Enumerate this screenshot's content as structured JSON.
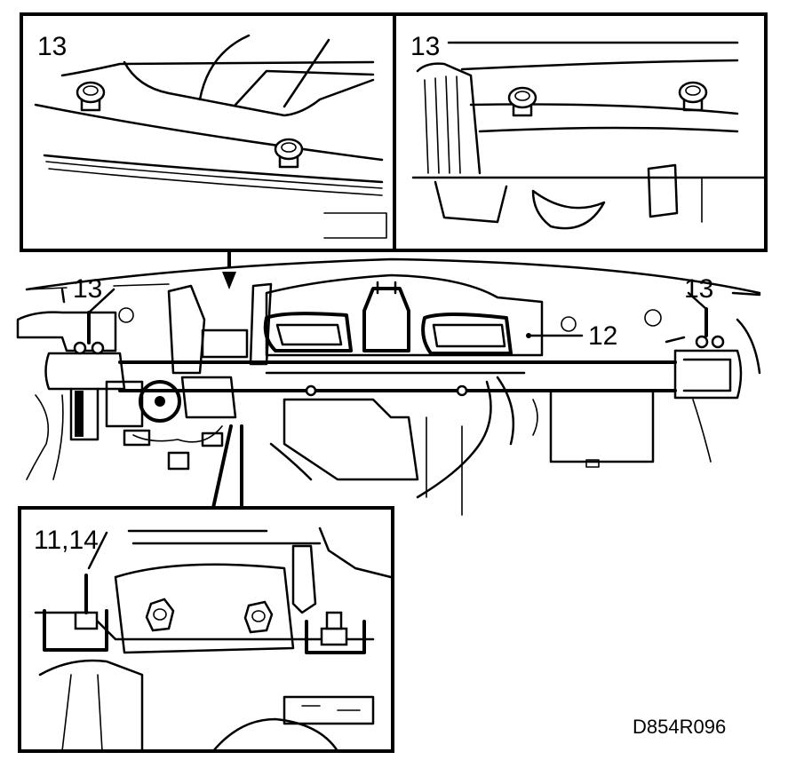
{
  "figure": {
    "id_label": "D854R096"
  },
  "callouts": {
    "detail_top_left": "13",
    "detail_top_right": "13",
    "main_left": "13",
    "main_right": "13",
    "main_center": "12",
    "detail_bottom": "11,14"
  }
}
